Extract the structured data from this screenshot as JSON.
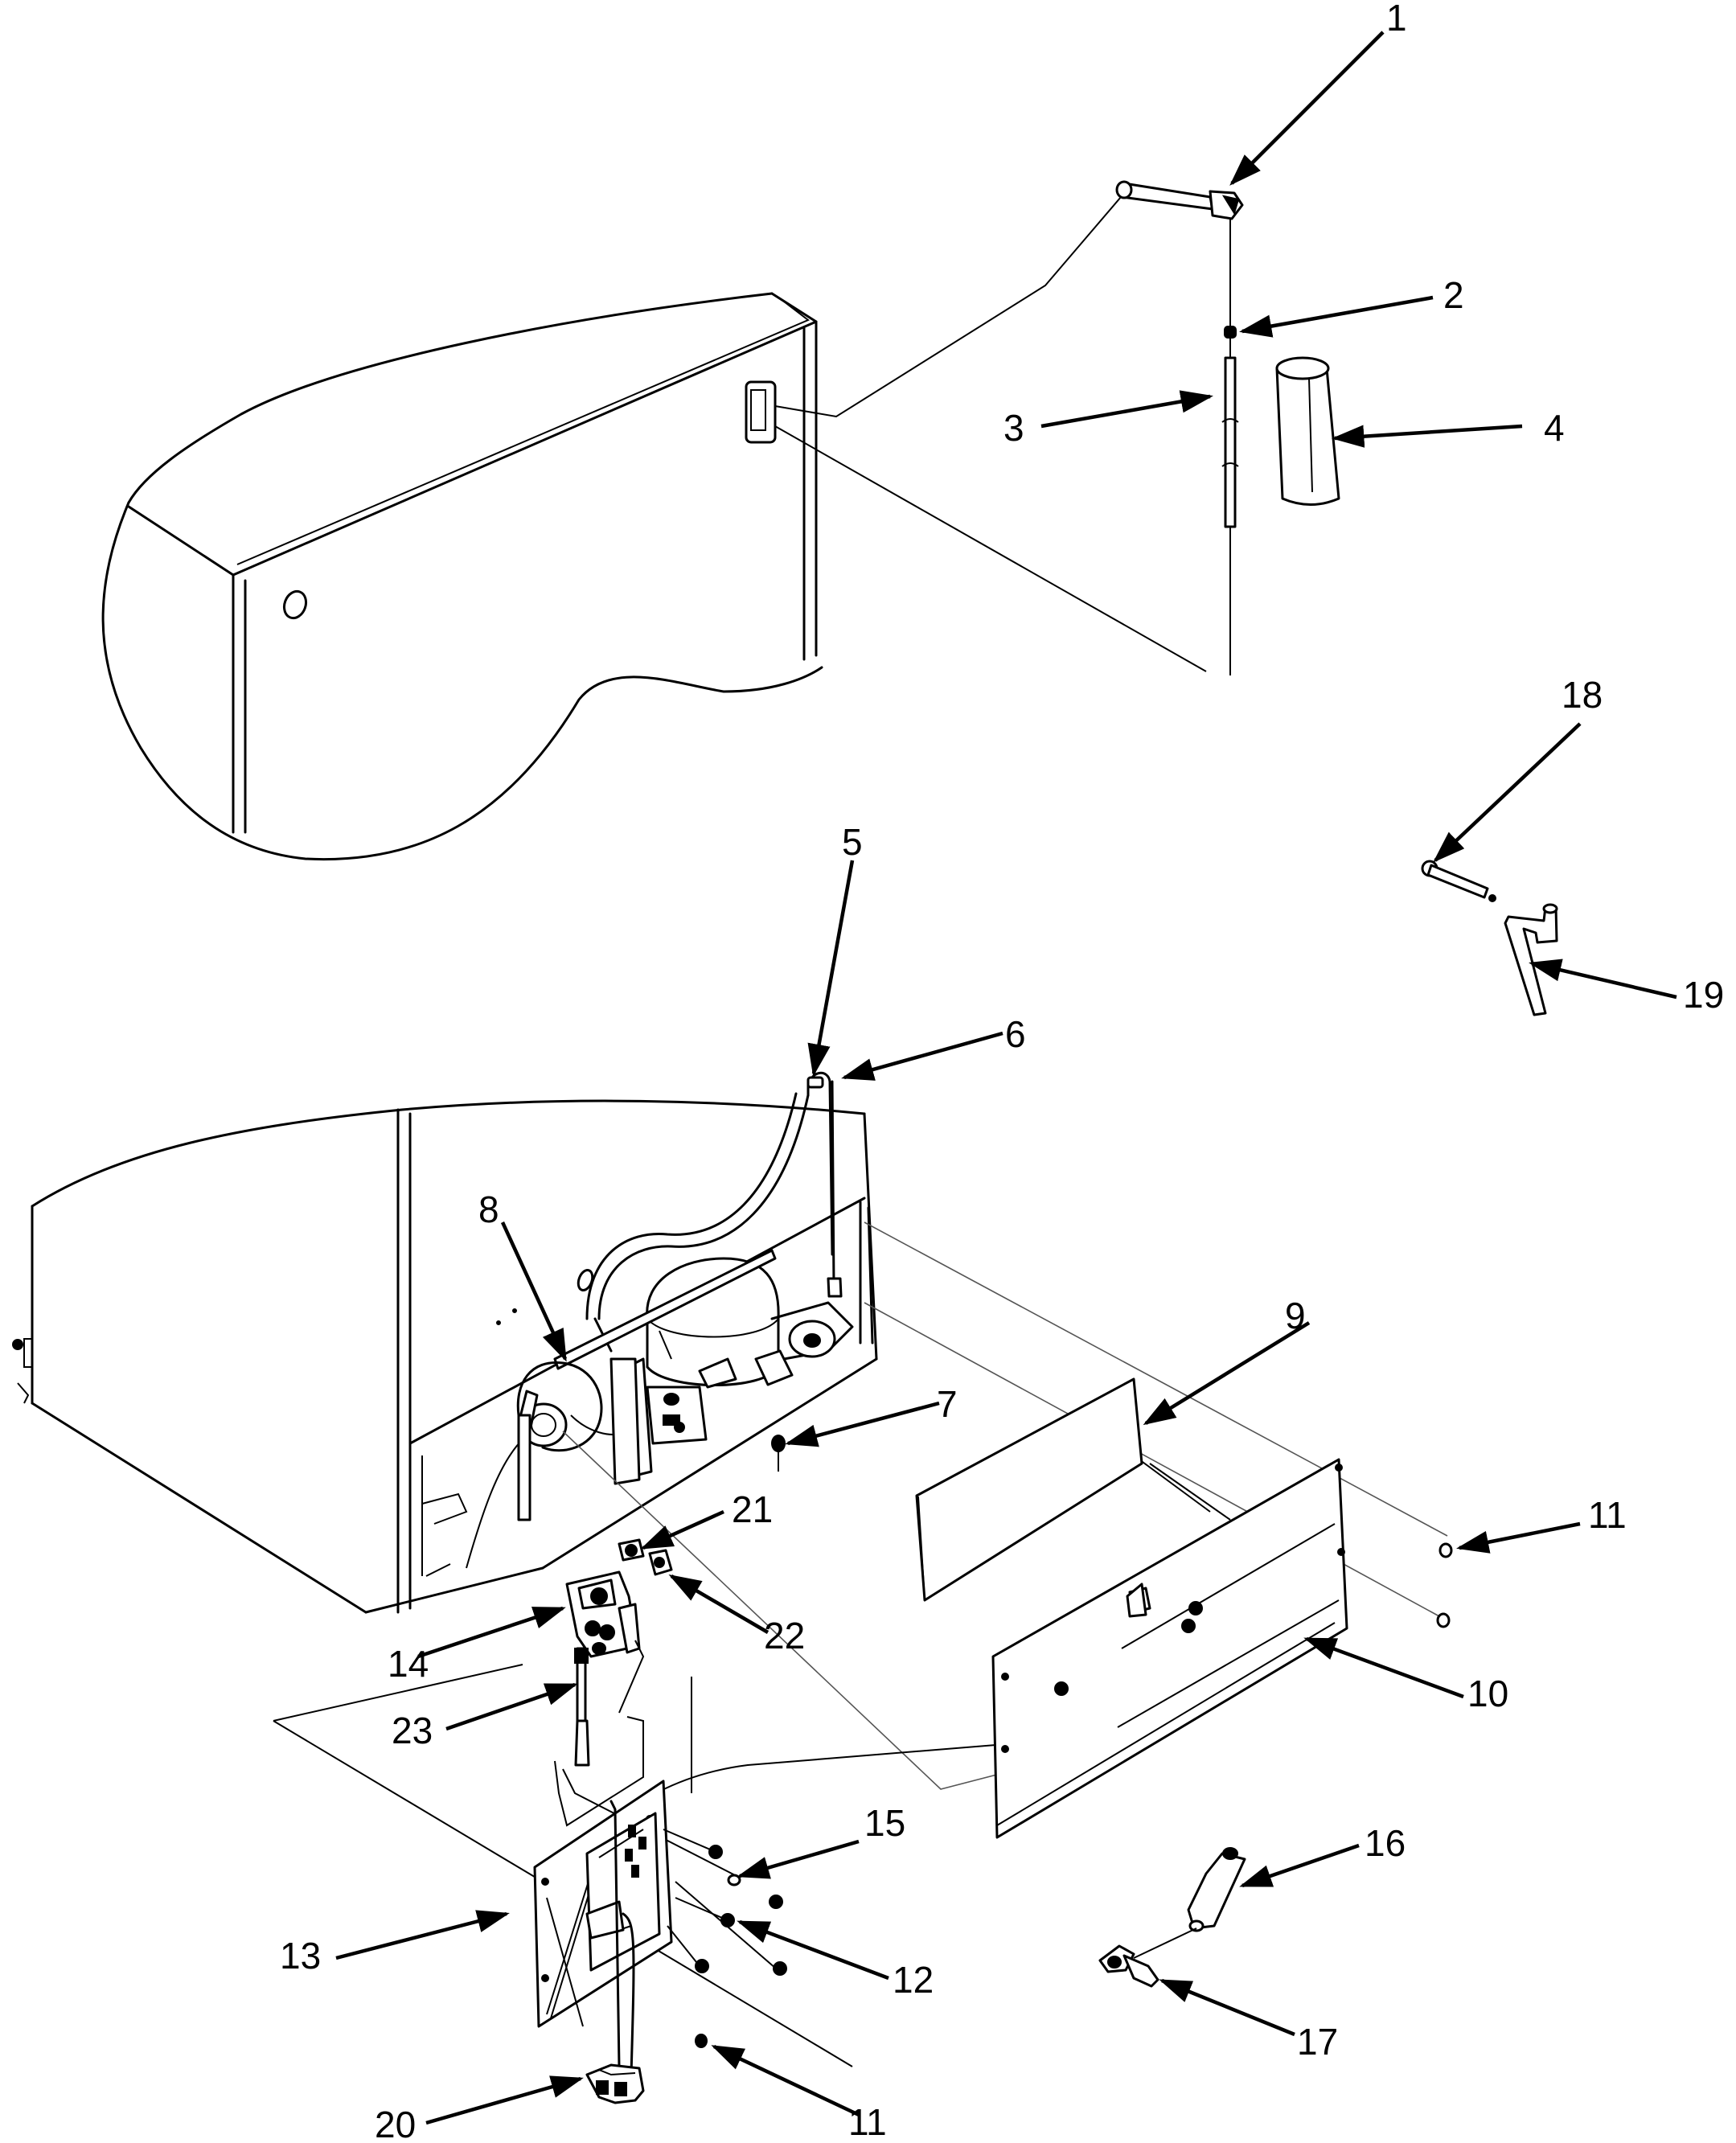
{
  "labels": {
    "l1": "1",
    "l2": "2",
    "l3": "3",
    "l4": "4",
    "l5": "5",
    "l6": "6",
    "l7": "7",
    "l8": "8",
    "l9": "9",
    "l10": "10",
    "l11a": "11",
    "l11b": "11",
    "l12": "12",
    "l13": "13",
    "l14": "14",
    "l15": "15",
    "l16": "16",
    "l17": "17",
    "l18": "18",
    "l19": "19",
    "l20": "20",
    "l21": "21",
    "l22": "22",
    "l23": "23"
  }
}
